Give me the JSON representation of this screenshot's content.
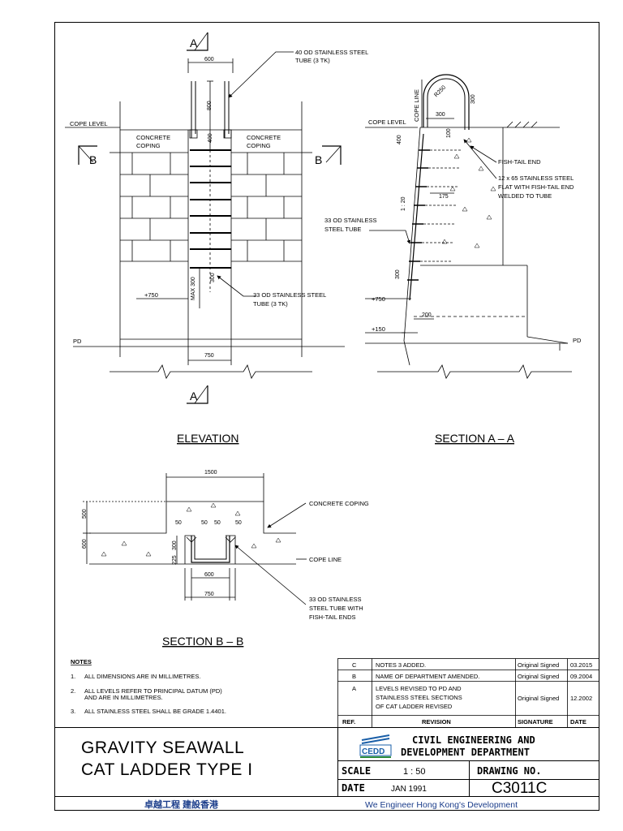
{
  "elevation": {
    "title": "ELEVATION",
    "section_marker": "A",
    "section_marker_b": "B",
    "cope_level": "COPE LEVEL",
    "coping_left": [
      "CONCRETE",
      "COPING"
    ],
    "coping_right": [
      "CONCRETE",
      "COPING"
    ],
    "tube40_note": [
      "40 OD STAINLESS STEEL",
      "TUBE (3 TK)"
    ],
    "tube33_note": [
      "33 OD STAINLESS STEEL",
      "TUBE (3 TK)"
    ],
    "dim_600": "600",
    "dim_800": "800",
    "dim_400": "400",
    "dim_750": "750",
    "dim_300": "300",
    "dim_max300": "MAX 300",
    "level_750": "+750",
    "pd": "PD"
  },
  "section_aa": {
    "title": "SECTION  A – A",
    "cope_line": "COPE LINE",
    "cope_level": "COPE LEVEL",
    "r250": "R250",
    "dim_300": "300",
    "dim_400": "400",
    "dim_100": "100",
    "dim_175": "175",
    "dim_200": "200",
    "dim_300b": "300",
    "dim_300c": "300",
    "slope": "1 : 20",
    "fishtail": "FISH-TAIL END",
    "flat_note": [
      "12 x 65 STAINLESS STEEL",
      "FLAT WITH FISH-TAIL END",
      "WELDED TO TUBE"
    ],
    "tube33_note": [
      "33 OD STAINLESS",
      "STEEL TUBE"
    ],
    "level_750": "+750",
    "level_150": "+150",
    "pd": "PD"
  },
  "section_bb": {
    "title": "SECTION  B – B",
    "dim_1500": "1500",
    "dim_500": "500",
    "dim_600": "600",
    "dim_50a": "50",
    "dim_50b": "50",
    "dim_50c": "50",
    "dim_50d": "50",
    "dim_300": "300",
    "dim_225": "225",
    "dim_600b": "600",
    "dim_750": "750",
    "coping_note": "CONCRETE COPING",
    "cope_line": "COPE LINE",
    "tube_note": [
      "33 OD STAINLESS",
      "STEEL TUBE WITH",
      "FISH-TAIL ENDS"
    ]
  },
  "notes": {
    "heading": "NOTES",
    "items": [
      {
        "num": "1.",
        "lines": [
          "ALL DIMENSIONS ARE IN MILLIMETRES."
        ]
      },
      {
        "num": "2.",
        "lines": [
          "ALL LEVELS REFER TO PRINCIPAL DATUM (PD)",
          "AND ARE IN MILLIMETRES."
        ]
      },
      {
        "num": "3.",
        "lines": [
          "ALL STAINLESS STEEL SHALL BE GRADE 1.4401."
        ]
      }
    ]
  },
  "revisions": {
    "rows": [
      {
        "ref": "C",
        "text": [
          "NOTES 3 ADDED."
        ],
        "sig": "Original Signed",
        "date": "03.2015"
      },
      {
        "ref": "B",
        "text": [
          "NAME OF DEPARTMENT AMENDED."
        ],
        "sig": "Original Signed",
        "date": "09.2004"
      },
      {
        "ref": "A",
        "text": [
          "LEVELS REVISED TO PD AND",
          "STAINLESS STEEL SECTIONS",
          "OF CAT LADDER REVISED"
        ],
        "sig": "Original Signed",
        "date": "12.2002"
      }
    ],
    "header": {
      "ref": "REF.",
      "revision": "REVISION",
      "signature": "SIGNATURE",
      "date": "DATE"
    }
  },
  "title_block": {
    "title_line1": "GRAVITY   SEAWALL",
    "title_line2": "CAT  LADDER  TYPE  I",
    "dept_line1": "CIVIL  ENGINEERING  AND",
    "dept_line2": "DEVELOPMENT  DEPARTMENT",
    "logo_text": "CEDD",
    "scale_label": "SCALE",
    "scale_value": "1 : 50",
    "date_label": "DATE",
    "date_value": "JAN  1991",
    "drawing_no_label": "DRAWING NO.",
    "drawing_no": "C3011C",
    "motto_cn": "卓越工程  建設香港",
    "motto_en": "We  Engineer  Hong  Kong's  Development"
  }
}
